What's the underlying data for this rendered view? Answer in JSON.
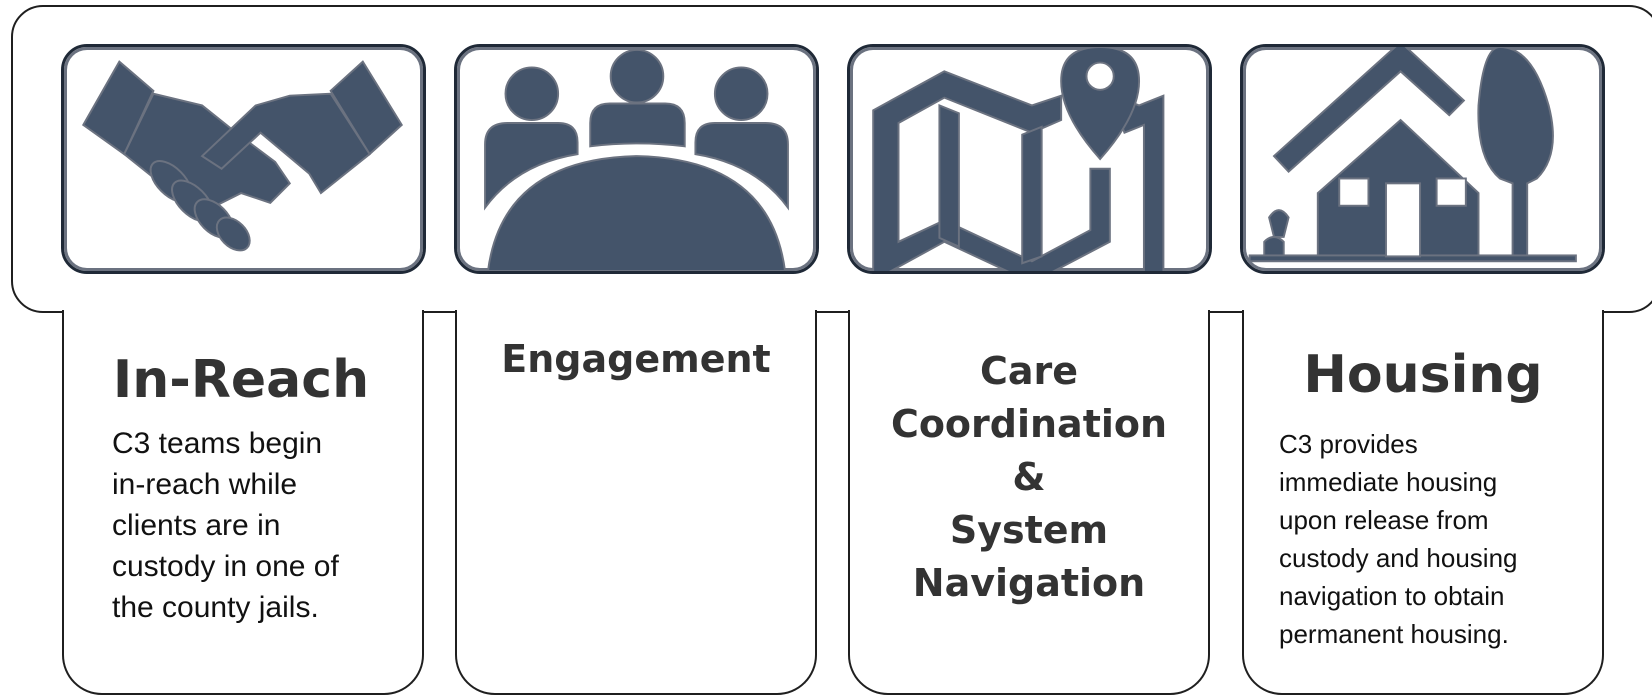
{
  "colors": {
    "icon_fill": "#44546a",
    "icon_stroke": "#6b7280",
    "title_text": "#333333",
    "body_text": "#111111"
  },
  "steps": [
    {
      "icon": "handshake-icon",
      "title": "In-Reach",
      "body": "C3 teams begin\nin-reach while\nclients are in\ncustody in one of\nthe county jails."
    },
    {
      "icon": "meeting-table-icon",
      "title": "Engagement",
      "body": ""
    },
    {
      "icon": "map-pin-icon",
      "title": "Care\nCoordination\n&\nSystem\nNavigation",
      "body": ""
    },
    {
      "icon": "house-icon",
      "title": "Housing",
      "body": "C3 provides\nimmediate housing\nupon release from\ncustody and housing\nnavigation to obtain\npermanent housing."
    }
  ]
}
